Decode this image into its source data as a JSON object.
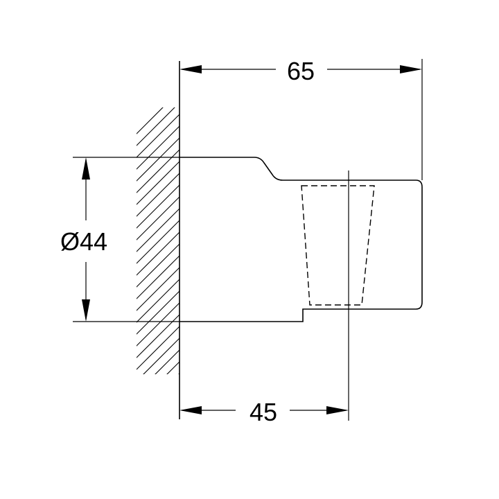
{
  "dimensions": {
    "overall_length": "65",
    "base_length": "45",
    "diameter": "Ø44"
  },
  "colors": {
    "line": "#000000",
    "background": "#ffffff"
  }
}
